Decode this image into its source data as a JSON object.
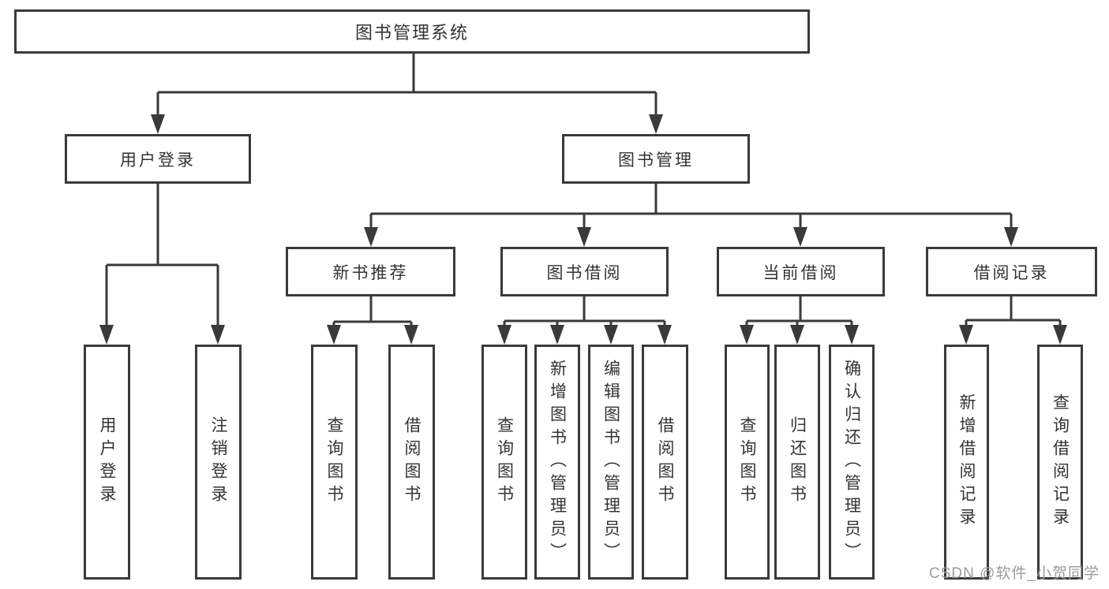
{
  "style": {
    "background": "#ffffff",
    "line_color": "#3a3a3a",
    "text_color": "#333333",
    "watermark_color": "#9b9b9b"
  },
  "diagram": {
    "root": "图书管理系统",
    "level2": {
      "user_login": "用户登录",
      "book_mgmt": "图书管理"
    },
    "level3": {
      "new_book_rec": "新书推荐",
      "book_borrow": "图书借阅",
      "current_borrow": "当前借阅",
      "borrow_records": "借阅记录"
    },
    "leaves": {
      "user_login": "用户登录",
      "logout": "注销登录",
      "query_book_rec": "查询图书",
      "borrow_book_rec": "借阅图书",
      "query_book_borrow": "查询图书",
      "add_book_admin": "新增图书（管理员）",
      "edit_book_admin": "编辑图书（管理员）",
      "borrow_book_borrow": "借阅图书",
      "query_book_current": "查询图书",
      "return_book": "归还图书",
      "confirm_return_admin": "确认归还（管理员）",
      "add_borrow_record": "新增借阅记录",
      "query_borrow_record": "查询借阅记录"
    }
  },
  "watermark": {
    "text": "CSDN @软件_小贺同学"
  }
}
